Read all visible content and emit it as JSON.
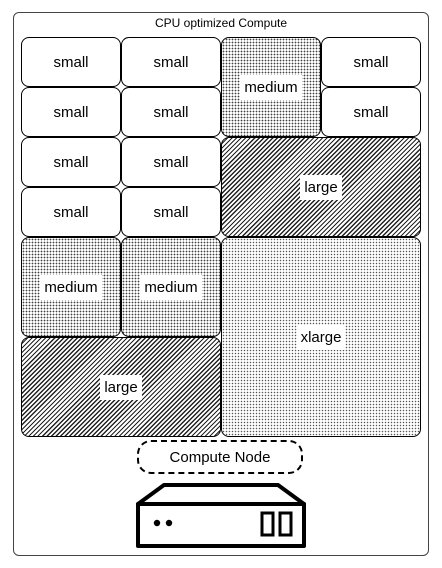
{
  "frame": {
    "title": "CPU optimized Compute"
  },
  "slots": {
    "s1": "small",
    "s2": "small",
    "s3": "small",
    "s4": "small",
    "s5": "small",
    "s6": "small",
    "s7": "small",
    "s8": "small",
    "s9": "small",
    "s10": "small",
    "m1": "medium",
    "m2": "medium",
    "m3": "medium",
    "l1": "large",
    "l2": "large",
    "xl1": "xlarge"
  },
  "node": {
    "label": "Compute Node",
    "icon": "server-icon"
  }
}
